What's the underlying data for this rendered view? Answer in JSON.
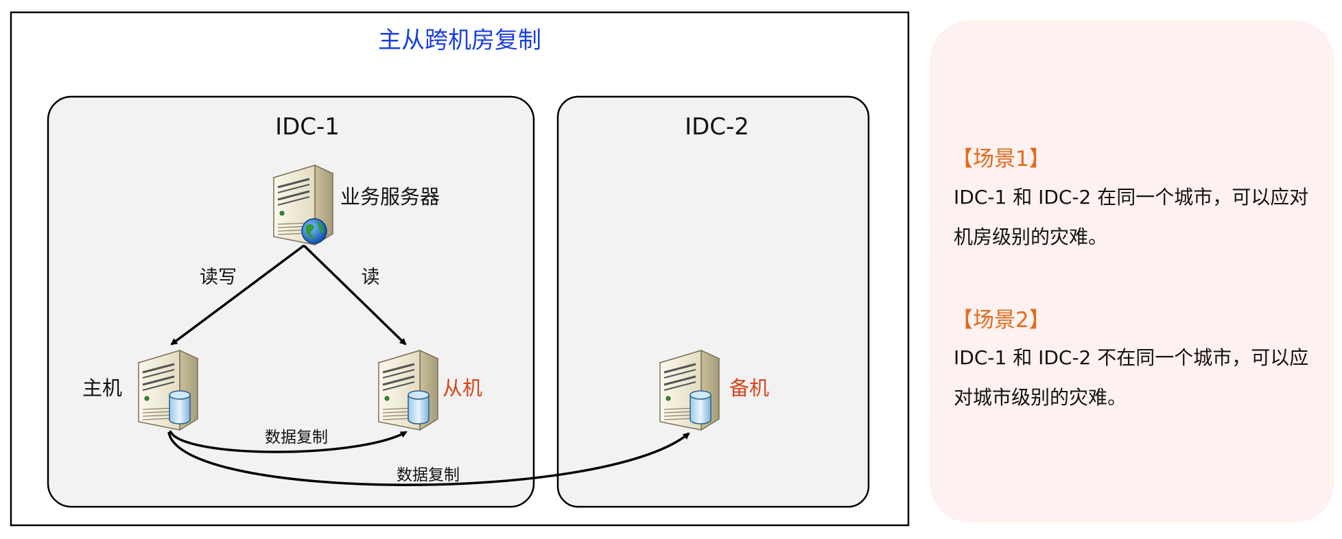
{
  "diagram": {
    "title": "主从跨机房复制",
    "idc1": {
      "label": "IDC-1"
    },
    "idc2": {
      "label": "IDC-2"
    },
    "nodes": {
      "business": {
        "label": "业务服务器",
        "icon": "web-server-icon"
      },
      "master": {
        "label": "主机",
        "icon": "database-server-icon"
      },
      "slave": {
        "label": "从机",
        "icon": "database-server-icon"
      },
      "standby": {
        "label": "备机",
        "icon": "database-server-icon"
      }
    },
    "edges": {
      "read_write": "读写",
      "read": "读",
      "replication_local": "数据复制",
      "replication_remote": "数据复制"
    },
    "colors": {
      "title": "#1a3fe0",
      "highlight_label": "#d6451b",
      "idc_fill": "#f2f2f2",
      "border": "#000000"
    }
  },
  "scenarios": [
    {
      "title": "【场景1】",
      "text": "IDC-1 和 IDC-2 在同一个城市，可以应对机房级别的灾难。"
    },
    {
      "title": "【场景2】",
      "text": "IDC-1 和 IDC-2 不在同一个城市，可以应对城市级别的灾难。"
    }
  ],
  "panel": {
    "background": "#fdf2ef",
    "title_color": "#e36a1e"
  }
}
